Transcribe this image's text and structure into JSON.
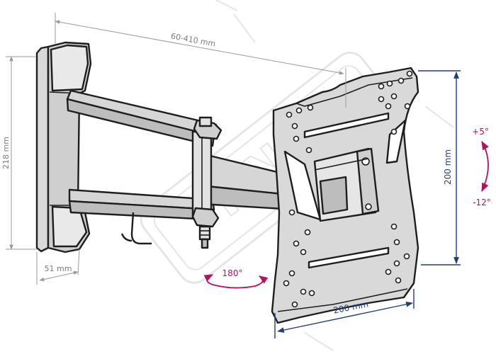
{
  "dimensions": {
    "extension": "60-410 mm",
    "wall_plate_height": "218 mm",
    "wall_plate_depth": "51 mm",
    "vesa_vertical": "200 mm",
    "vesa_horizontal": "200 mm"
  },
  "adjustments": {
    "swivel": "180°",
    "tilt_up": "+5°",
    "tilt_down": "-12°"
  },
  "watermark": {
    "text": "KNS"
  },
  "colors": {
    "dimension_gray": "#9a9a9a",
    "dimension_blue": "#1f3f7a",
    "rotation_magenta": "#b3125e",
    "part_fill": "#d9d9d9",
    "outline": "#1e1e1e"
  }
}
